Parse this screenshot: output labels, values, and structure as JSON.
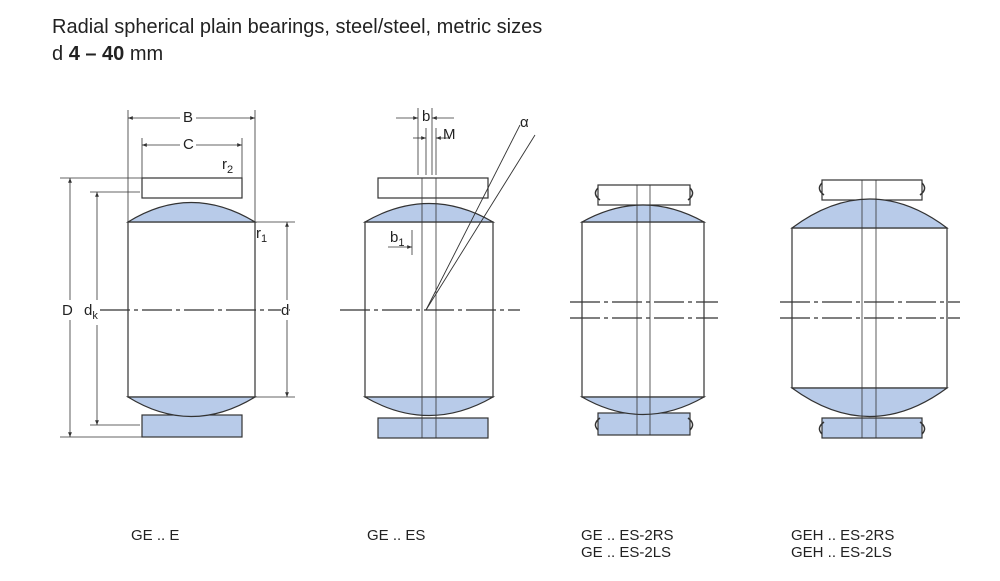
{
  "page": {
    "title": "Radial spherical plain bearings, steel/steel, metric sizes",
    "subtitle_prefix": "d",
    "subtitle_range": "4 – 40",
    "subtitle_unit": "mm"
  },
  "dimension_labels": {
    "B": "B",
    "C": "C",
    "r2": "r",
    "r2_sub": "2",
    "r1": "r",
    "r1_sub": "1",
    "D": "D",
    "dk": "d",
    "dk_sub": "k",
    "d": "d",
    "b": "b",
    "M": "M",
    "alpha": "α",
    "b1": "b",
    "b1_sub": "1"
  },
  "captions": {
    "ge_e": "GE .. E",
    "ge_es": "GE .. ES",
    "ge_es_2rs_line1": "GE .. ES-2RS",
    "ge_es_2rs_line2": "GE .. ES-2LS",
    "geh_es_2rs_line1": "GEH .. ES-2RS",
    "geh_es_2rs_line2": "GEH .. ES-2LS"
  },
  "colors": {
    "inner_ring_fill": "#b8cbe9",
    "outline": "#333333"
  }
}
